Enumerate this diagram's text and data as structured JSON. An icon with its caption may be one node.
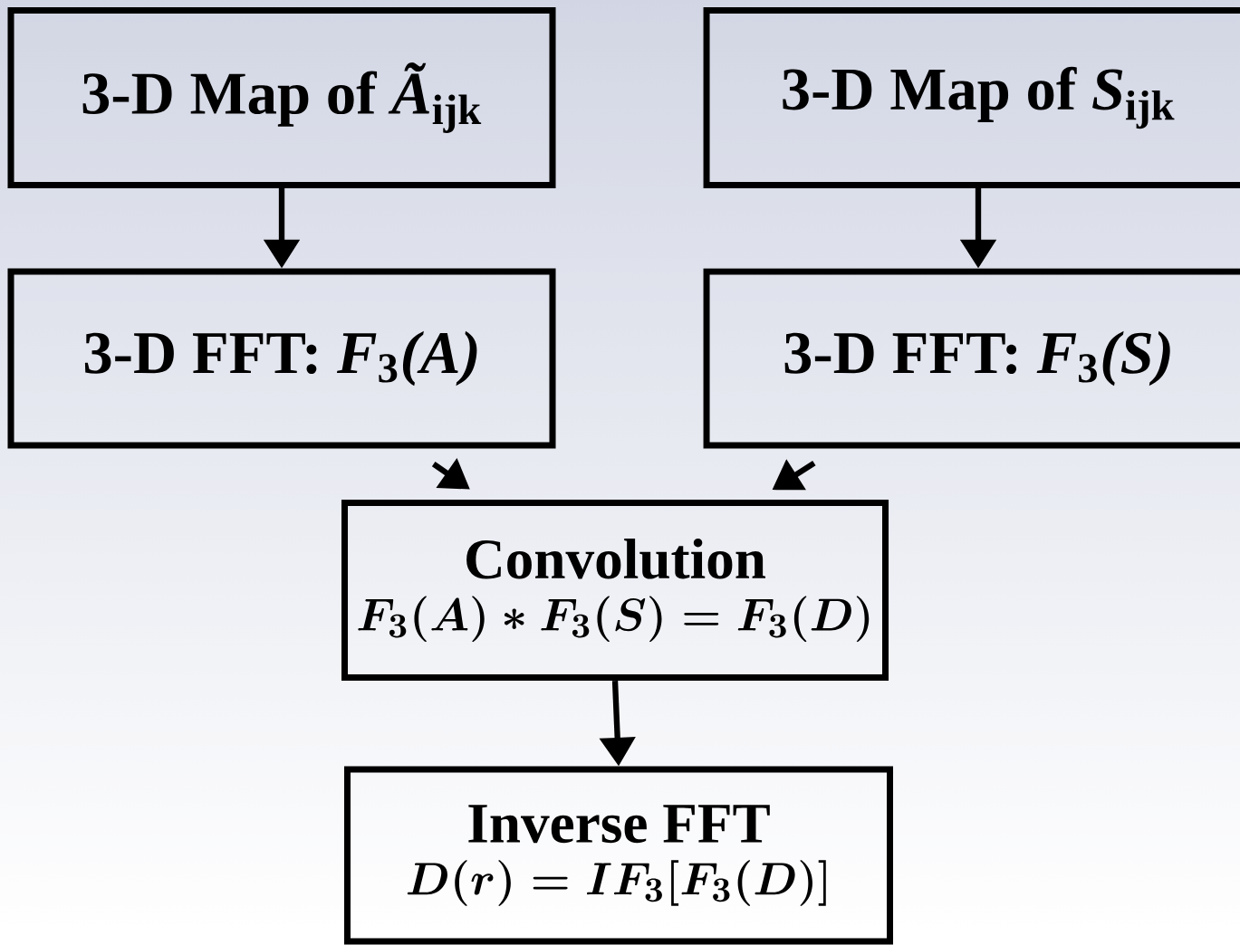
{
  "diagram": {
    "nodes": [
      {
        "text": [
          "3-D Map of *Ã*$_{ijk}$"
        ]
      },
      {
        "text": [
          "3-D Map of *S*$_{ijk}$"
        ]
      },
      {
        "text": [
          "3-D FFT:  *F*$_{3}$*(A)*"
        ]
      },
      {
        "text": [
          "3-D FFT:  *F*$_{3}$*(S)*"
        ]
      },
      {
        "text": [
          "Convolution",
          "F_3(A) * F_3(S) = F_3(D)"
        ]
      },
      {
        "text": [
          "Inverse FFT",
          "D(r) = IF_3[F_3(D)]"
        ]
      }
    ],
    "edges": [
      {
        "from": 0,
        "to": 2,
        "arrow": "to"
      },
      {
        "from": 1,
        "to": 3,
        "arrow": "to"
      },
      {
        "from": 2,
        "to": 4,
        "arrow": "to"
      },
      {
        "from": 3,
        "to": 4,
        "arrow": "to"
      },
      {
        "from": 4,
        "to": 5,
        "arrow": "to"
      }
    ]
  }
}
